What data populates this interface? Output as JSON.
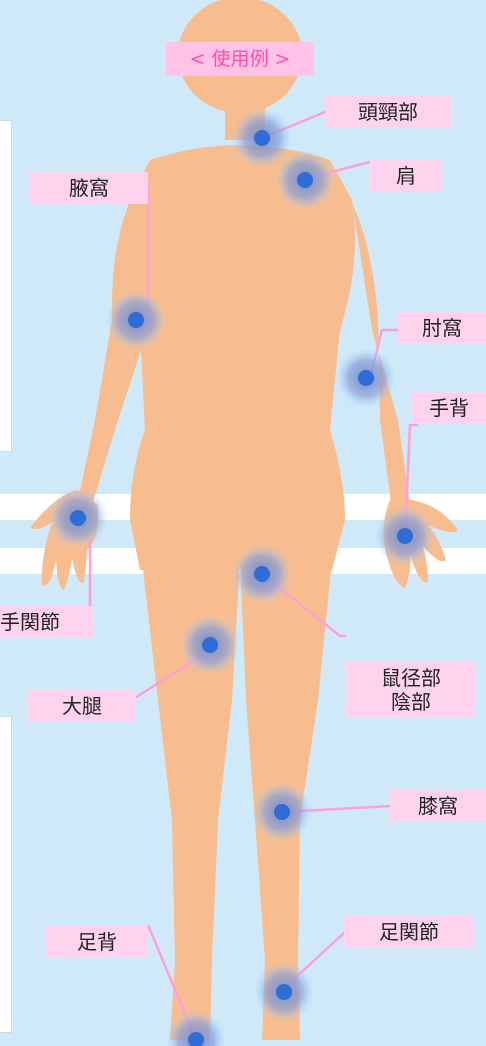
{
  "title": "< 使用例 >",
  "labels": {
    "neck": "頭頸部",
    "shoulder": "肩",
    "armpit": "腋窩",
    "elbow": "肘窩",
    "hand_back": "手背",
    "wrist": "手関節",
    "groin_1": "鼠径部",
    "groin_2": "陰部",
    "thigh": "大腿",
    "knee": "膝窩",
    "ankle": "足関節",
    "foot": "足背"
  },
  "colors": {
    "background": "#cfe9f9",
    "skin": "#f7bd8f",
    "label_bg": "#ffd3ee",
    "leader_line": "#ff9fd8",
    "marker_dot": "#2e6cd6",
    "title_text": "#ff4fa6"
  }
}
